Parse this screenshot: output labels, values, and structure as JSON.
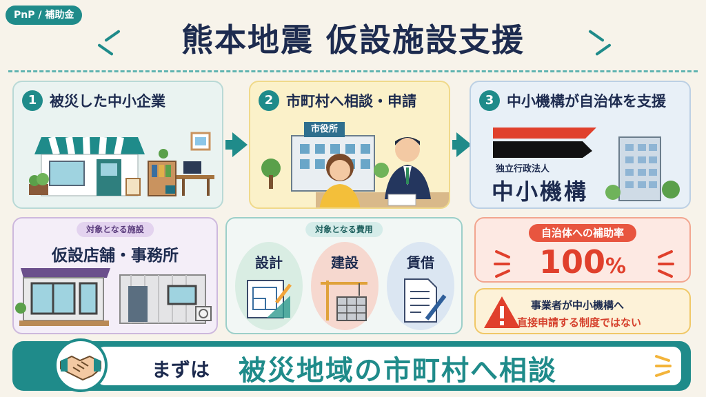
{
  "tag": "PnP / 補助金",
  "title": "熊本地震 仮設施設支援",
  "steps": [
    {
      "num": "1",
      "label": "被災した中小企業"
    },
    {
      "num": "2",
      "label": "市町村へ相談・申請",
      "sign": "市役所"
    },
    {
      "num": "3",
      "label": "中小機構が自治体を支援",
      "logo_small": "独立行政法人",
      "logo_big": "中小機構"
    }
  ],
  "facility": {
    "pill": "対象となる施設",
    "text": "仮設店舗・事務所"
  },
  "costs": {
    "pill": "対象となる費用",
    "items": [
      "設計",
      "建設",
      "賃借"
    ]
  },
  "rate": {
    "pill": "自治体への補助率",
    "value": "100",
    "unit": "%"
  },
  "warning": {
    "line1": "事業者が中小機構へ",
    "line2": "直接申請する制度ではない"
  },
  "banner": {
    "small": "まずは",
    "big": "被災地域の市町村へ相談"
  },
  "colors": {
    "teal": "#1f8b8a",
    "navy": "#1d2b4f",
    "red": "#e0402c"
  }
}
